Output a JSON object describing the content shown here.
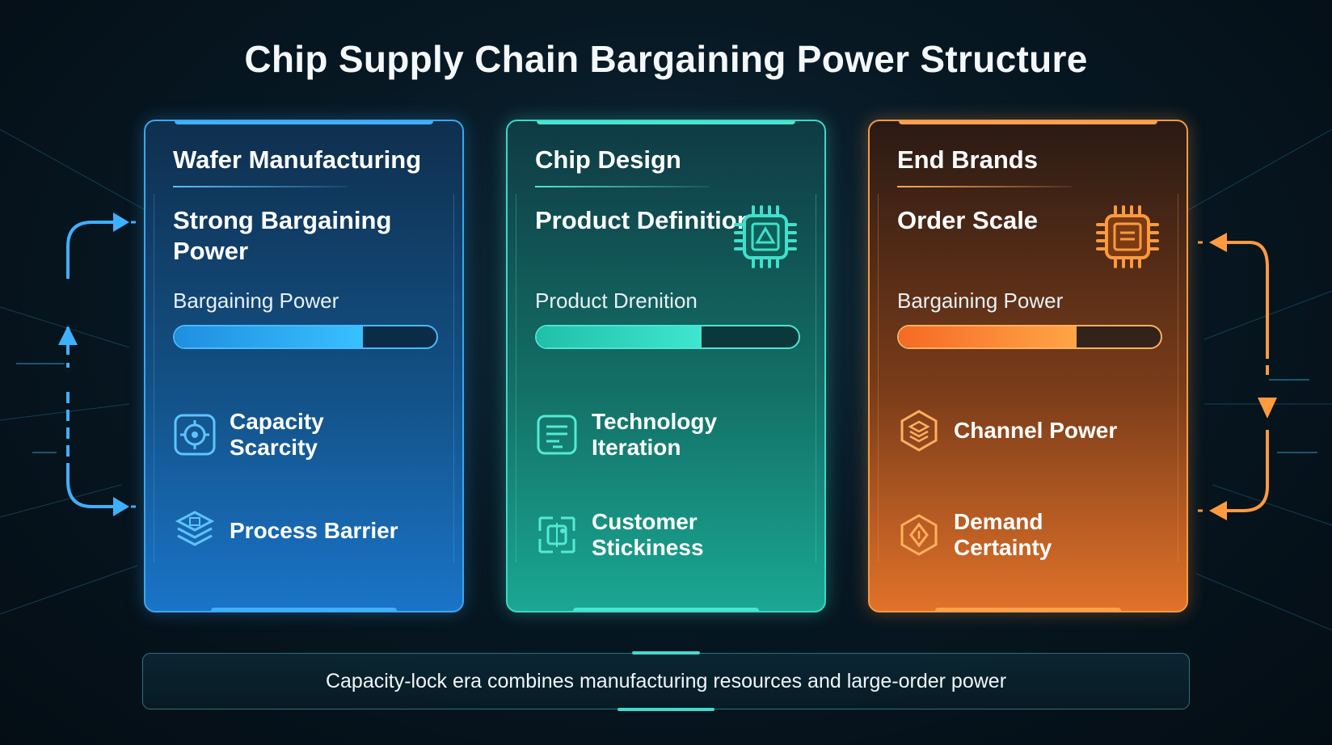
{
  "title": "Chip Supply Chain Bargaining Power Structure",
  "colors": {
    "blue": "#3aa7ee",
    "teal": "#3fd6c6",
    "orange": "#f39a45"
  },
  "cards": [
    {
      "header": "Wafer Manufacturing",
      "subtitle": "Strong Bargaining Power",
      "bar_label": "Bargaining Power",
      "bar_level": 0.72,
      "features": [
        {
          "icon": "target-gear-icon",
          "label": "Capacity Scarcity"
        },
        {
          "icon": "stacked-layers-icon",
          "label": "Process Barrier"
        }
      ]
    },
    {
      "header": "Chip Design",
      "subtitle": "Product Definition",
      "subtitle_icon": "chip-icon",
      "bar_label": "Product Drenition",
      "bar_level": 0.63,
      "features": [
        {
          "icon": "document-list-icon",
          "label": "Technology Iteration"
        },
        {
          "icon": "puzzle-link-icon",
          "label": "Customer Stickiness"
        }
      ]
    },
    {
      "header": "End Brands",
      "subtitle": "Order Scale",
      "subtitle_icon": "chip-icon",
      "bar_label": "Bargaining Power",
      "bar_level": 0.68,
      "features": [
        {
          "icon": "hexagon-layers-icon",
          "label": "Channel Power"
        },
        {
          "icon": "hexagon-diamond-icon",
          "label": "Demand Certainty"
        }
      ]
    }
  ],
  "footer": "Capacity-lock era combines manufacturing resources and large-order power"
}
